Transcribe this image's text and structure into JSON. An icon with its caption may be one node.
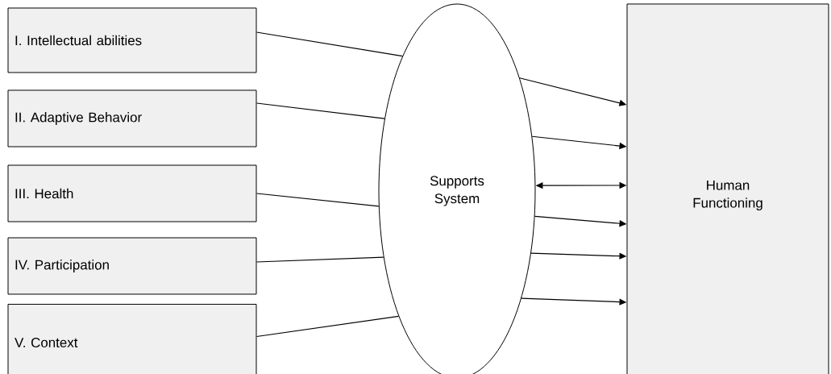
{
  "diagram": {
    "nodes": [
      {
        "text": [
          "I. Intellectual abilities"
        ]
      },
      {
        "text": [
          "II. Adaptive Behavior"
        ]
      },
      {
        "text": [
          "III. Health"
        ]
      },
      {
        "text": [
          "IV. Participation"
        ]
      },
      {
        "text": [
          "V. Context"
        ]
      },
      {
        "text": [
          "Supports System"
        ]
      },
      {
        "text": [
          "Human Functioning"
        ]
      }
    ],
    "edges": [
      {
        "from": 0,
        "to": 5,
        "arrow": "none"
      },
      {
        "from": 1,
        "to": 5,
        "arrow": "none"
      },
      {
        "from": 2,
        "to": 5,
        "arrow": "none"
      },
      {
        "from": 3,
        "to": 5,
        "arrow": "none"
      },
      {
        "from": 4,
        "to": 5,
        "arrow": "none"
      },
      {
        "from": 5,
        "to": 6,
        "arrow": "to"
      },
      {
        "from": 5,
        "to": 6,
        "arrow": "to"
      },
      {
        "from": 5,
        "to": 6,
        "arrow": "both"
      },
      {
        "from": 5,
        "to": 6,
        "arrow": "to"
      },
      {
        "from": 5,
        "to": 6,
        "arrow": "to"
      },
      {
        "from": 5,
        "to": 6,
        "arrow": "to"
      }
    ]
  }
}
